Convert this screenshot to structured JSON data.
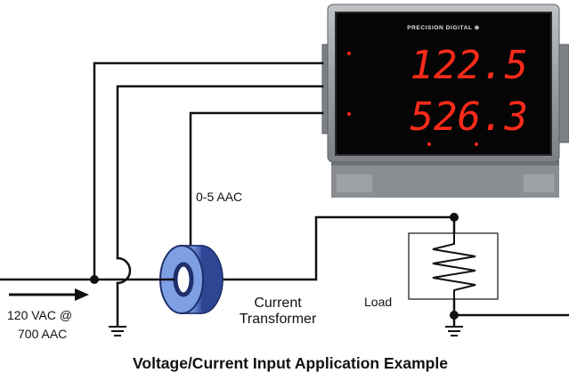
{
  "meter": {
    "brand": "PRECISION DIGITAL ⊕",
    "top_display": "122.5",
    "bottom_display": "526.3",
    "display_color": "#ff2a1a"
  },
  "labels": {
    "ct_output": "0-5 AAC",
    "input_line1": "120 VAC @",
    "input_line2": "700 AAC",
    "ct_line1": "Current",
    "ct_line2": "Transformer",
    "load": "Load"
  },
  "caption": "Voltage/Current Input Application Example",
  "colors": {
    "wire": "#111111",
    "ct_body": "#6f8fd6",
    "ct_dark": "#2a3f8c"
  }
}
